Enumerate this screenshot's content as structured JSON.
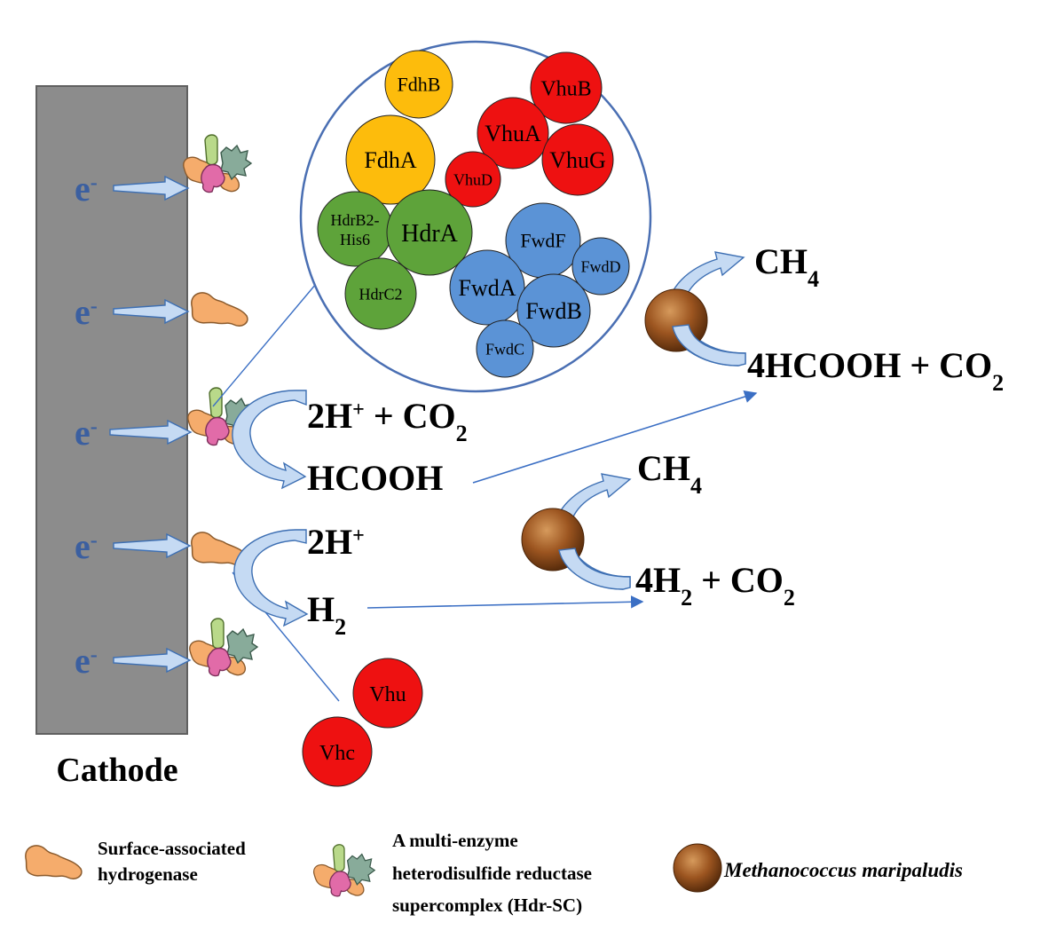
{
  "cathode": {
    "label": "Cathode",
    "electron": "e",
    "electron_sup": "-"
  },
  "complex": {
    "subunits": [
      {
        "id": "fdhb",
        "label": "FdhB",
        "group": "fdh"
      },
      {
        "id": "fdha",
        "label": "FdhA",
        "group": "fdh"
      },
      {
        "id": "vhub",
        "label": "VhuB",
        "group": "vhu"
      },
      {
        "id": "vhua",
        "label": "VhuA",
        "group": "vhu"
      },
      {
        "id": "vhug",
        "label": "VhuG",
        "group": "vhu"
      },
      {
        "id": "vhud",
        "label": "VhuD",
        "group": "vhu"
      },
      {
        "id": "hdrb2",
        "label": "HdrB2-",
        "label2": "His6",
        "group": "hdr"
      },
      {
        "id": "hdra",
        "label": "HdrA",
        "group": "hdr"
      },
      {
        "id": "hdrc2",
        "label": "HdrC2",
        "group": "hdr"
      },
      {
        "id": "fwdf",
        "label": "FwdF",
        "group": "fwd"
      },
      {
        "id": "fwdd",
        "label": "FwdD",
        "group": "fwd"
      },
      {
        "id": "fwda",
        "label": "FwdA",
        "group": "fwd"
      },
      {
        "id": "fwdb",
        "label": "FwdB",
        "group": "fwd"
      },
      {
        "id": "fwdc",
        "label": "FwdC",
        "group": "fwd"
      }
    ]
  },
  "hydrogenases": {
    "vhu": "Vhu",
    "vhc": "Vhc"
  },
  "reactions": {
    "formate_substrate": {
      "a": "2H",
      "a_sup": "+",
      "b": " + CO",
      "b_sub": "2"
    },
    "formate_product": "HCOOH",
    "h2_substrate": {
      "a": "2H",
      "a_sup": "+"
    },
    "h2_product": {
      "a": "H",
      "a_sub": "2"
    },
    "ch4_upper": {
      "a": "CH",
      "a_sub": "4"
    },
    "formate_to_methane": {
      "a": "4HCOOH + CO",
      "a_sub": "2"
    },
    "ch4_lower": {
      "a": "CH",
      "a_sub": "4"
    },
    "h2_to_methane": {
      "a": "4H",
      "a_sub": "2",
      "b": " + CO",
      "b_sub": "2"
    }
  },
  "legend": {
    "hydrogenase_line1": "Surface-associated",
    "hydrogenase_line2": "hydrogenase",
    "hdrsc_line1": "A multi-enzyme",
    "hdrsc_line2": "heterodisulfide reductase",
    "hdrsc_line3": "supercomplex (Hdr-SC)",
    "organism": "Methanococcus maripaludis"
  },
  "colors": {
    "cathode": "#8c8c8c",
    "electron": "#3b5fa0",
    "arrow_fill": "#c5daf3",
    "arrow_stroke": "#3d6fb3",
    "fdh": "#fdbc0c",
    "vhu": "#ee1111",
    "hdr": "#5ea33a",
    "fwd": "#5b93d6",
    "bubble_stroke": "#4a6fb3",
    "hydrogenase": "#f5ac6c",
    "cell": "#9c5520"
  }
}
